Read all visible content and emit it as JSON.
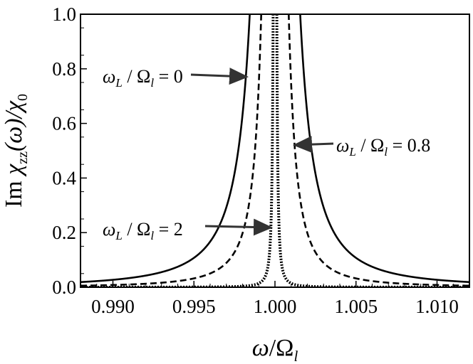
{
  "chart_data": {
    "type": "line",
    "xlabel": "ω/Ω_l",
    "ylabel": "Im χ_zz(ω)/χ_0",
    "xlim": [
      0.988,
      1.012
    ],
    "ylim": [
      0.0,
      1.0
    ],
    "x_ticks": [
      0.99,
      0.995,
      1.0,
      1.005,
      1.01
    ],
    "x_tick_labels": [
      "0.990",
      "0.995",
      "1.000",
      "1.005",
      "1.010"
    ],
    "y_ticks": [
      0.0,
      0.2,
      0.4,
      0.6,
      0.8,
      1.0
    ],
    "y_tick_labels": [
      "0.0",
      "0.2",
      "0.4",
      "0.6",
      "0.8",
      "1.0"
    ],
    "grid": false,
    "legend": "none",
    "series": [
      {
        "style": "solid",
        "lorentz_gamma": 0.00055,
        "center": 1.0,
        "param": "ωL/Ωl = 0"
      },
      {
        "style": "dashed",
        "lorentz_gamma": 0.0003,
        "center": 1.0,
        "param": "ωL/Ωl = 0.8"
      },
      {
        "style": "dotted",
        "lorentz_gamma": 4e-05,
        "center": 1.0,
        "param": "ωL/Ωl = 2"
      }
    ],
    "annotations": [
      {
        "id": "a0",
        "label_main": "ω",
        "sub1": "L",
        "mid": " / Ω",
        "sub2": "l",
        "tail": " = 0",
        "target_series": 0
      },
      {
        "id": "a1",
        "label_main": "ω",
        "sub1": "L",
        "mid": " / Ω",
        "sub2": "l",
        "tail": " = 0.8",
        "target_series": 1
      },
      {
        "id": "a2",
        "label_main": "ω",
        "sub1": "L",
        "mid": " / Ω",
        "sub2": "l",
        "tail": " = 2",
        "target_series": 2
      }
    ],
    "ylabel_parts": {
      "im": "Im ",
      "chi": "χ",
      "sub": "zz",
      "arg": "(ω)/",
      "chi0": "χ",
      "sub0": "0"
    },
    "xlabel_parts": {
      "omega": "ω",
      "slash": "/Ω",
      "sub": "l"
    }
  }
}
